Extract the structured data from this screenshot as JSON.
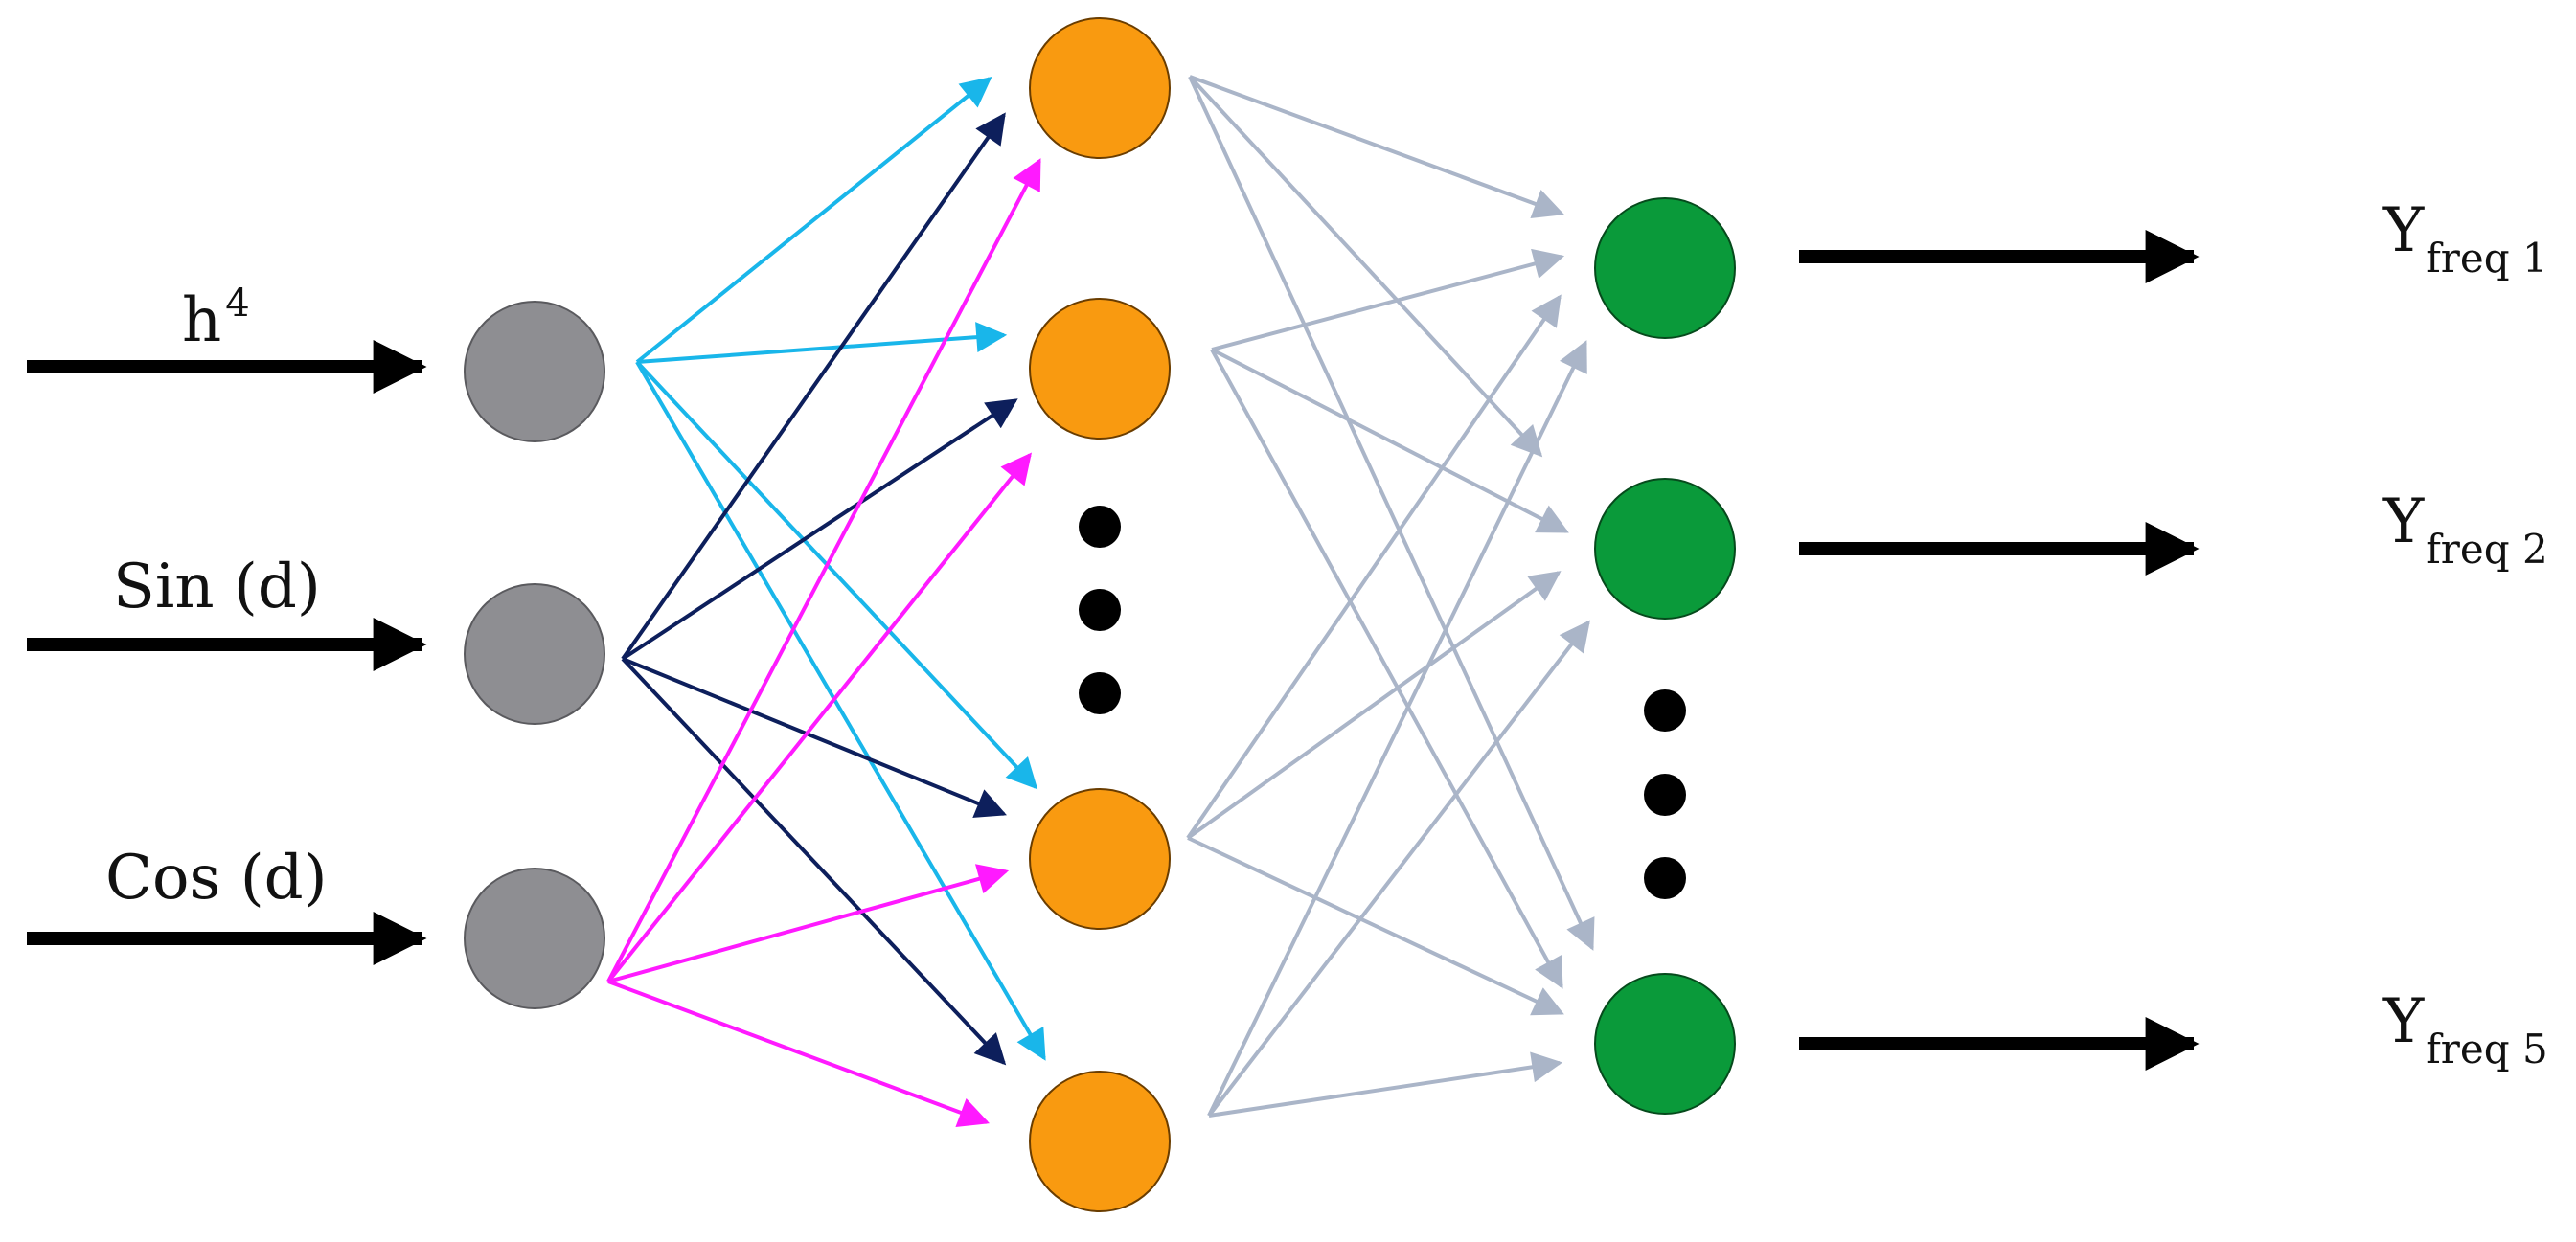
{
  "colors": {
    "input_node": "#8e8e92",
    "hidden_node": "#f99a10",
    "output_node": "#0a9a3a",
    "input_to_hidden_1": "#19b6ea",
    "input_to_hidden_2": "#0d1f5c",
    "input_to_hidden_3": "#ff1aff",
    "hidden_to_output": "#aab5c8",
    "arrow": "#000000"
  },
  "inputs": [
    {
      "label": "h",
      "superscript": "4"
    },
    {
      "label": "Sin (d)",
      "superscript": ""
    },
    {
      "label": "Cos (d)",
      "superscript": ""
    }
  ],
  "outputs": [
    {
      "label": "Y",
      "subscript": "freq 1"
    },
    {
      "label": "Y",
      "subscript": "freq 2"
    },
    {
      "label": "Y",
      "subscript": "freq 5"
    }
  ]
}
